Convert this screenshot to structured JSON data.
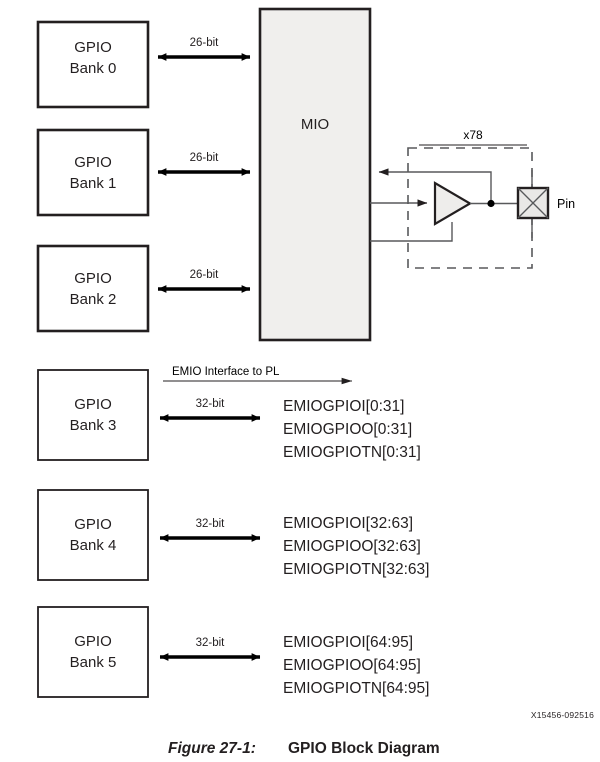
{
  "figure": {
    "number": "Figure 27-1:",
    "title": "GPIO Block Diagram",
    "doc_id": "X15456-092516"
  },
  "blocks": {
    "mio": {
      "label": "MIO"
    },
    "pin": {
      "label": "Pin"
    },
    "multiplier": {
      "label": "x78"
    },
    "emio_header": {
      "label": "EMIO Interface to PL"
    }
  },
  "banks": [
    {
      "name_line1": "GPIO",
      "name_line2": "Bank 0",
      "width_label": "26-bit",
      "interface": "mio",
      "signals": []
    },
    {
      "name_line1": "GPIO",
      "name_line2": "Bank 1",
      "width_label": "26-bit",
      "interface": "mio",
      "signals": []
    },
    {
      "name_line1": "GPIO",
      "name_line2": "Bank 2",
      "width_label": "26-bit",
      "interface": "mio",
      "signals": []
    },
    {
      "name_line1": "GPIO",
      "name_line2": "Bank 3",
      "width_label": "32-bit",
      "interface": "emio",
      "signals": [
        "EMIOGPIOI[0:31]",
        "EMIOGPIOO[0:31]",
        "EMIOGPIOTN[0:31]"
      ]
    },
    {
      "name_line1": "GPIO",
      "name_line2": "Bank 4",
      "width_label": "32-bit",
      "interface": "emio",
      "signals": [
        "EMIOGPIOI[32:63]",
        "EMIOGPIOO[32:63]",
        "EMIOGPIOTN[32:63]"
      ]
    },
    {
      "name_line1": "GPIO",
      "name_line2": "Bank 5",
      "width_label": "32-bit",
      "interface": "emio",
      "signals": [
        "EMIOGPIOI[64:95]",
        "EMIOGPIOO[64:95]",
        "EMIOGPIOTN[64:95]"
      ]
    }
  ],
  "colors": {
    "line": "#231f20",
    "wire": "#58595b",
    "mio_fill": "#f0efed",
    "pin_fill": "#e9e8e6",
    "background": "#ffffff"
  }
}
